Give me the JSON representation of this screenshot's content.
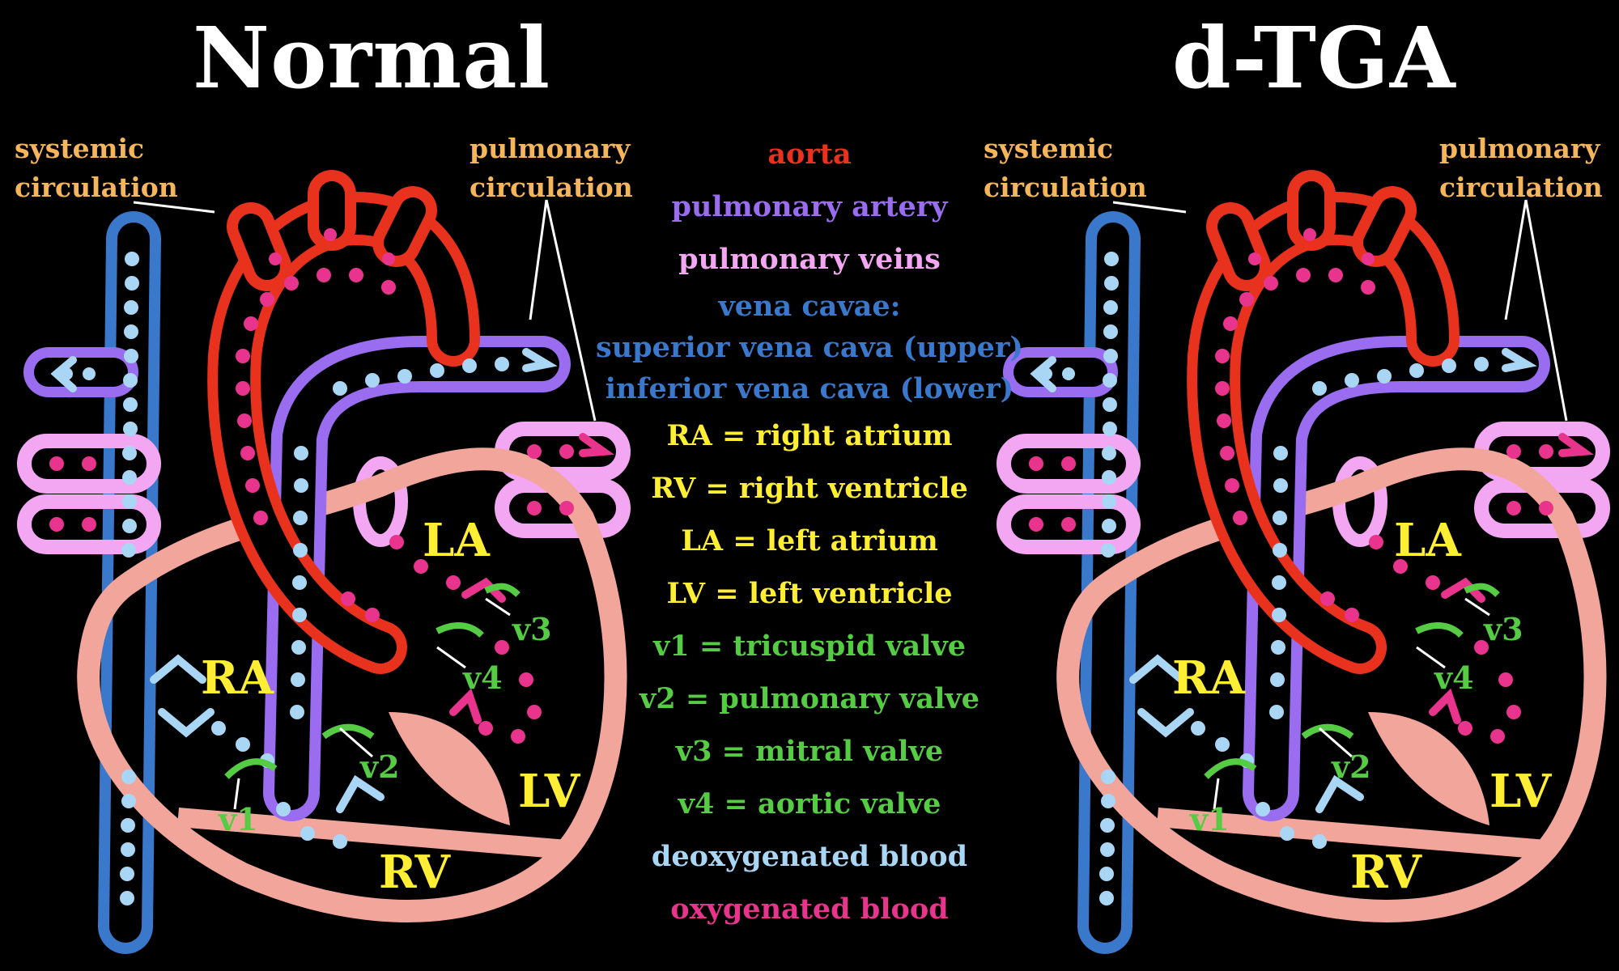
{
  "titles": {
    "left": "Normal",
    "right": "d-TGA"
  },
  "labels": {
    "systemic": [
      "systemic",
      "circulation"
    ],
    "pulmonary": [
      "pulmonary",
      "circulation"
    ],
    "chambers": {
      "ra": "RA",
      "rv": "RV",
      "la": "LA",
      "lv": "LV"
    },
    "valves": {
      "v1": "v1",
      "v2": "v2",
      "v3": "v3",
      "v4": "v4"
    }
  },
  "legend": [
    {
      "text": "aorta",
      "color": "#e8321e"
    },
    {
      "text": "pulmonary artery",
      "color": "#9a6cf0"
    },
    {
      "text": "pulmonary veins",
      "color": "#f3a6f2"
    },
    {
      "text": "vena cavae:",
      "color": "#3a78cc"
    },
    {
      "text": "superior vena cava (upper)",
      "color": "#3a78cc"
    },
    {
      "text": "inferior vena cava (lower)",
      "color": "#3a78cc"
    },
    {
      "text": "RA = right atrium",
      "color": "#ffee33"
    },
    {
      "text": "RV = right ventricle",
      "color": "#ffee33"
    },
    {
      "text": "LA = left atrium",
      "color": "#ffee33"
    },
    {
      "text": "LV = left ventricle",
      "color": "#ffee33"
    },
    {
      "text": "v1 = tricuspid valve",
      "color": "#55cc44"
    },
    {
      "text": "v2 = pulmonary valve",
      "color": "#55cc44"
    },
    {
      "text": "v3 = mitral valve",
      "color": "#55cc44"
    },
    {
      "text": "v4 = aortic valve",
      "color": "#55cc44"
    },
    {
      "text": "deoxygenated blood",
      "color": "#a9d6f5"
    },
    {
      "text": "oxygenated blood",
      "color": "#e8348c"
    }
  ],
  "colors": {
    "aorta": "#e8321e",
    "pulmonary_artery": "#9a6cf0",
    "pulmonary_veins": "#f3a6f2",
    "vena_cava": "#3a78cc",
    "heart_wall": "#f2a59a",
    "deoxygenated": "#a9d6f5",
    "oxygenated": "#e8348c",
    "valve": "#55cc44"
  }
}
